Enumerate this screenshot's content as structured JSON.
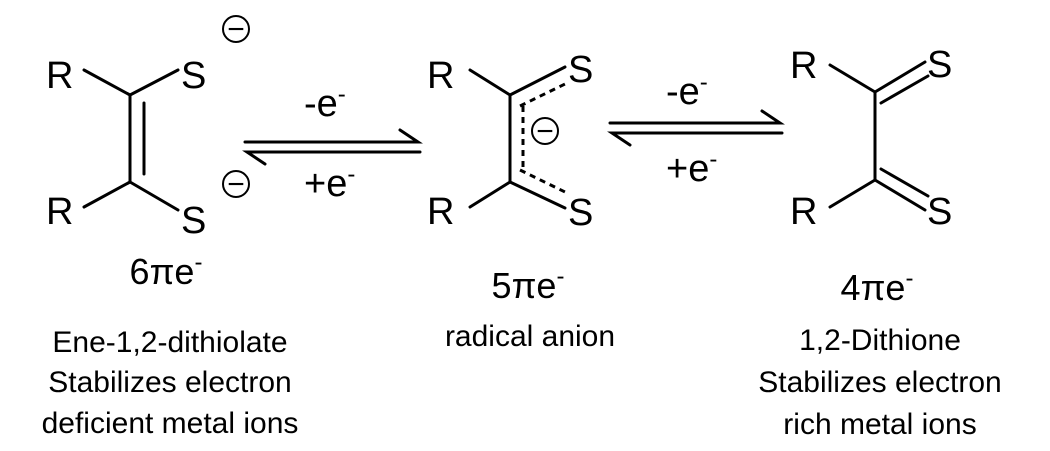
{
  "molecules": [
    {
      "atoms": {
        "r_top": "R",
        "r_bottom": "R",
        "s_top": "S",
        "s_bottom": "S"
      },
      "charge_symbol": "−",
      "electron_count": {
        "number": "6",
        "pi": "π",
        "e": "e",
        "sup": "-"
      },
      "description": [
        "Ene-1,2-dithiolate",
        "Stabilizes electron",
        "deficient metal ions"
      ]
    },
    {
      "atoms": {
        "r_top": "R",
        "r_bottom": "R",
        "s_top": "S",
        "s_bottom": "S"
      },
      "charge_symbol": "−",
      "electron_count": {
        "number": "5",
        "pi": "π",
        "e": "e",
        "sup": "-"
      },
      "description": [
        "radical anion"
      ]
    },
    {
      "atoms": {
        "r_top": "R",
        "r_bottom": "R",
        "s_top": "S",
        "s_bottom": "S"
      },
      "electron_count": {
        "number": "4",
        "pi": "π",
        "e": "e",
        "sup": "-"
      },
      "description": [
        "1,2-Dithione",
        "Stabilizes electron",
        "rich metal ions"
      ]
    }
  ],
  "equilibria": [
    {
      "forward": {
        "e": "-e",
        "sup": "-"
      },
      "reverse": {
        "e": "+e",
        "sup": "-"
      }
    },
    {
      "forward": {
        "e": "-e",
        "sup": "-"
      },
      "reverse": {
        "e": "+e",
        "sup": "-"
      }
    }
  ]
}
